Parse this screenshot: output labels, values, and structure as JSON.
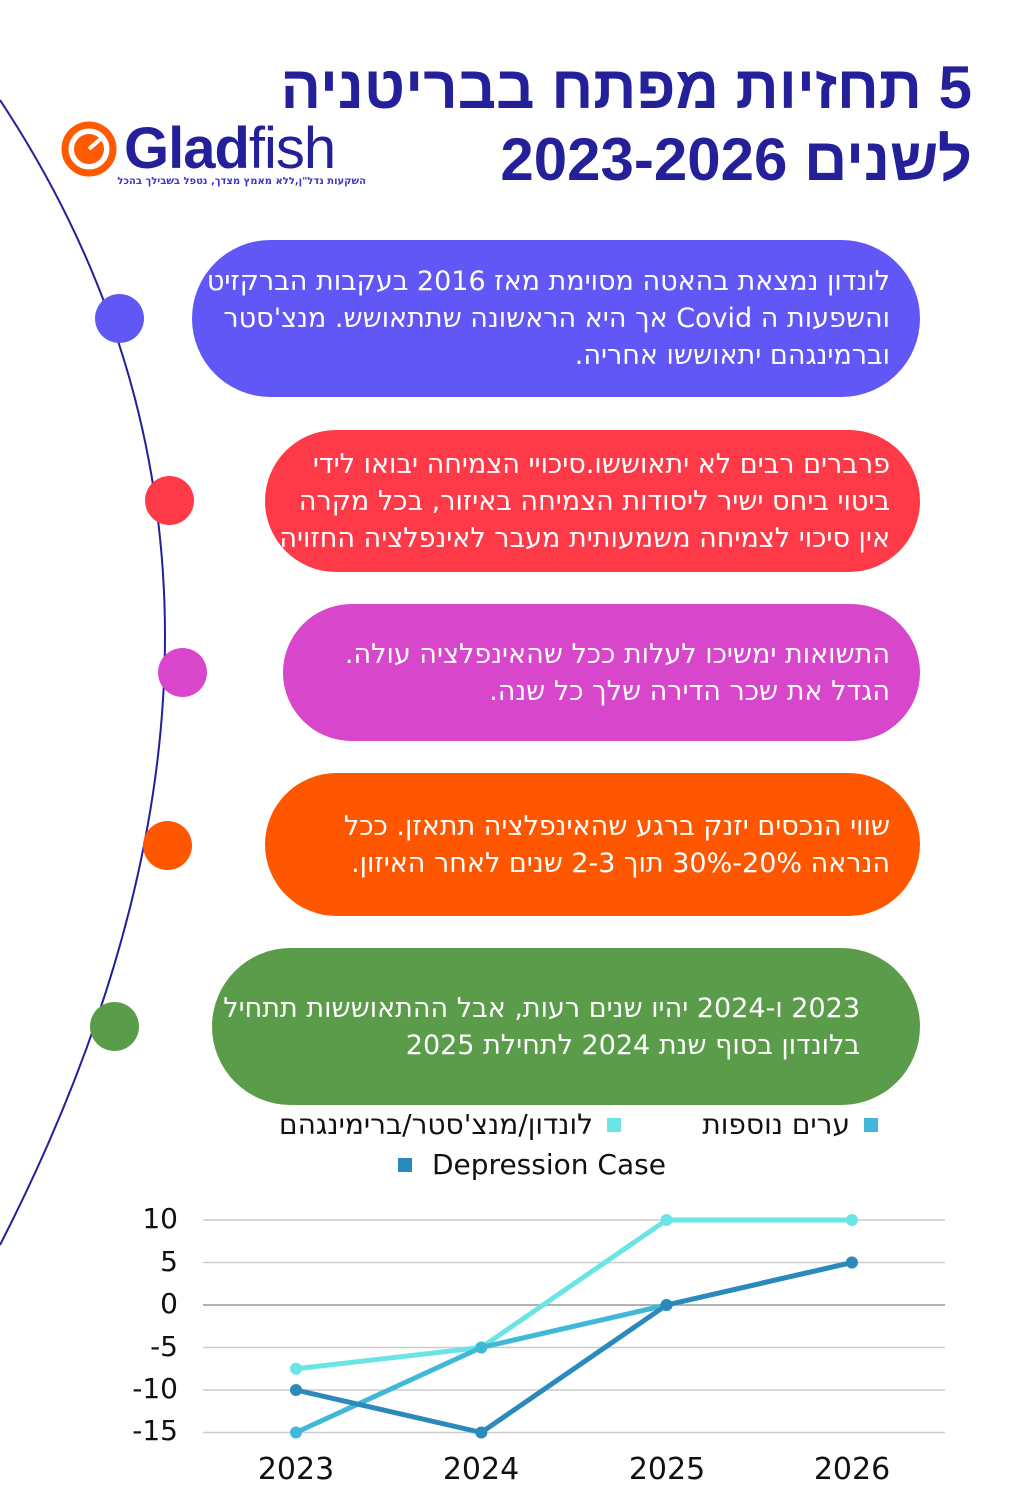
{
  "title": {
    "line1": "5 תחזיות מפתח בבריטניה",
    "line2": "לשנים 2023-2026"
  },
  "logo": {
    "bold": "Glad",
    "light": "fish",
    "tagline": "השקעות נדל\"ן,ללא מאמץ מצדך, נטפל בשבילך בהכל"
  },
  "predictions": [
    {
      "text": "לונדון נמצאת בהאטה מסוימת מאז 2016 בעקבות הברקזיט והשפעות ה Covid אך היא הראשונה שתתאושש. מנצ'סטר וברמינגהם יתאוששו אחריה.",
      "color": "#6157f7"
    },
    {
      "text": "פרברים רבים לא יתאוששו.סיכויי הצמיחה יבואו לידי ביטוי ביחס ישיר ליסודות הצמיחה באיזור, בכל מקרה אין סיכוי לצמיחה משמעותית מעבר לאינפלציה החזויה.",
      "color": "#ff3a48"
    },
    {
      "text": "התשואות ימשיכו לעלות ככל שהאינפלציה עולה. הגדל את שכר הדירה שלך כל שנה.",
      "color": "#d846cb"
    },
    {
      "text": "שווי הנכסים יזנק ברגע שהאינפלציה תתאזן. ככל הנראה 20%-30% תוך 2-3 שנים לאחר האיזון.",
      "color": "#ff5700"
    },
    {
      "text": "2023 ו-2024 יהיו שנים רעות, אבל ההתאוששות תתחיל בלונדון בסוף שנת 2024 לתחילת 2025",
      "color": "#5a9c4a"
    }
  ],
  "chart_data": {
    "type": "line",
    "title": "",
    "xlabel": "",
    "ylabel": "",
    "categories": [
      "2023",
      "2024",
      "2025",
      "2026"
    ],
    "ylim": [
      -15,
      10
    ],
    "yticks": [
      "10",
      "5",
      "0",
      "-5",
      "-10",
      "-15"
    ],
    "grid": true,
    "legend_position": "top",
    "series": [
      {
        "name": "לונדון/מנצ'סטר/ברימינגהם",
        "color": "#6be4e6",
        "values": [
          -7.5,
          -5,
          10,
          10
        ]
      },
      {
        "name": "ערים נוספות",
        "color": "#41b8d8",
        "values": [
          -15,
          -5,
          0,
          5
        ]
      },
      {
        "name": "Depression Case",
        "color": "#2b8abb",
        "values": [
          -10,
          -15,
          0,
          5
        ]
      }
    ]
  }
}
